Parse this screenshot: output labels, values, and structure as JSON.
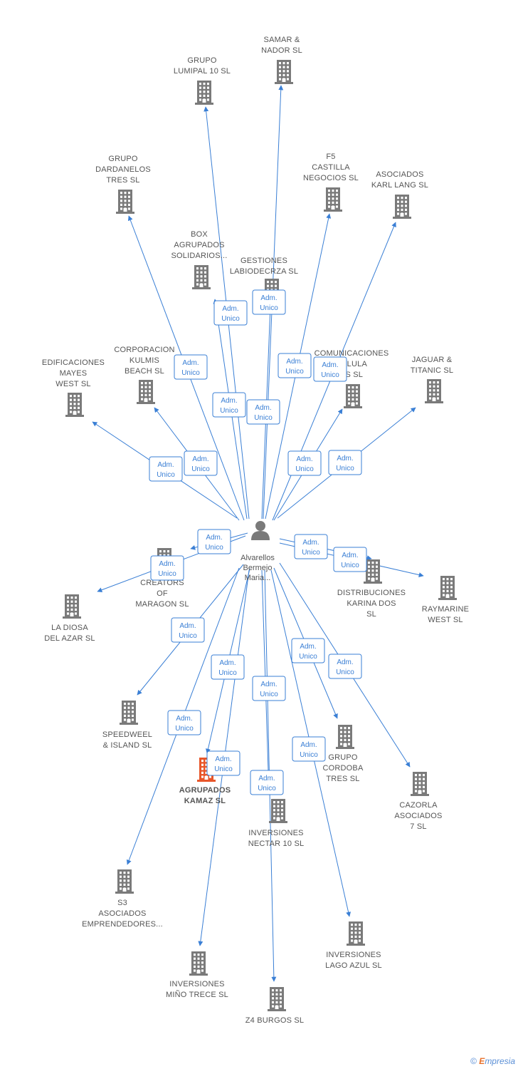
{
  "center": {
    "lines": [
      "Alvarellos",
      "Bermejo",
      "Maria..."
    ]
  },
  "role_label": [
    "Adm.",
    "Unico"
  ],
  "colors": {
    "edge": "#3a7fd5",
    "building": "#7a7a7a",
    "highlight": "#e8562a"
  },
  "companies": [
    {
      "id": "samar",
      "lines": [
        "SAMAR &",
        "NADOR SL"
      ]
    },
    {
      "id": "lumipal",
      "lines": [
        "GRUPO",
        "LUMIPAL 10 SL"
      ]
    },
    {
      "id": "dardanelos",
      "lines": [
        "GRUPO",
        "DARDANELOS",
        "TRES SL"
      ]
    },
    {
      "id": "f5",
      "lines": [
        "F5",
        "CASTILLA",
        "NEGOCIOS  SL"
      ]
    },
    {
      "id": "karllang",
      "lines": [
        "ASOCIADOS",
        "KARL LANG SL"
      ]
    },
    {
      "id": "box",
      "lines": [
        "BOX",
        "AGRUPADOS",
        "SOLIDARIOS..."
      ]
    },
    {
      "id": "gestiones",
      "lines": [
        "GESTIONES",
        "LABIODECRZA SL"
      ]
    },
    {
      "id": "corporacion",
      "lines": [
        "CORPORACION",
        "KULMIS",
        "BEACH SL"
      ]
    },
    {
      "id": "comunicaciones",
      "lines": [
        "COMUNICACIONES",
        "CELULA",
        "ES SL"
      ]
    },
    {
      "id": "edificaciones",
      "lines": [
        "EDIFICACIONES",
        "MAYES",
        "WEST SL"
      ]
    },
    {
      "id": "jaguar",
      "lines": [
        "JAGUAR &",
        "TITANIC  SL"
      ]
    },
    {
      "id": "creators",
      "lines": [
        "CREATORS",
        "OF",
        "MARAGON  SL"
      ]
    },
    {
      "id": "ladiosa",
      "lines": [
        "LA DIOSA",
        "DEL AZAR SL"
      ]
    },
    {
      "id": "distribuciones",
      "lines": [
        "DISTRIBUCIONES",
        "KARINA DOS",
        "SL"
      ]
    },
    {
      "id": "raymarine",
      "lines": [
        "RAYMARINE",
        "WEST SL"
      ]
    },
    {
      "id": "speedweel",
      "lines": [
        "SPEEDWEEL",
        "& ISLAND SL"
      ]
    },
    {
      "id": "kamaz",
      "lines": [
        "AGRUPADOS",
        "KAMAZ  SL"
      ],
      "highlight": true
    },
    {
      "id": "cordoba",
      "lines": [
        "GRUPO",
        "CORDOBA",
        "TRES  SL"
      ]
    },
    {
      "id": "cazorla",
      "lines": [
        "CAZORLA",
        "ASOCIADOS",
        "7 SL"
      ]
    },
    {
      "id": "nectar",
      "lines": [
        "INVERSIONES",
        "NECTAR 10 SL"
      ]
    },
    {
      "id": "s3",
      "lines": [
        "S3",
        "ASOCIADOS",
        "EMPRENDEDORES..."
      ]
    },
    {
      "id": "lagoazul",
      "lines": [
        "INVERSIONES",
        "LAGO AZUL SL"
      ]
    },
    {
      "id": "mino",
      "lines": [
        "INVERSIONES",
        "MIÑO TRECE SL"
      ]
    },
    {
      "id": "z4",
      "lines": [
        "Z4 BURGOS  SL"
      ]
    }
  ],
  "footer": {
    "copyright": "©",
    "brand_e": "E",
    "brand": "mpresia"
  }
}
